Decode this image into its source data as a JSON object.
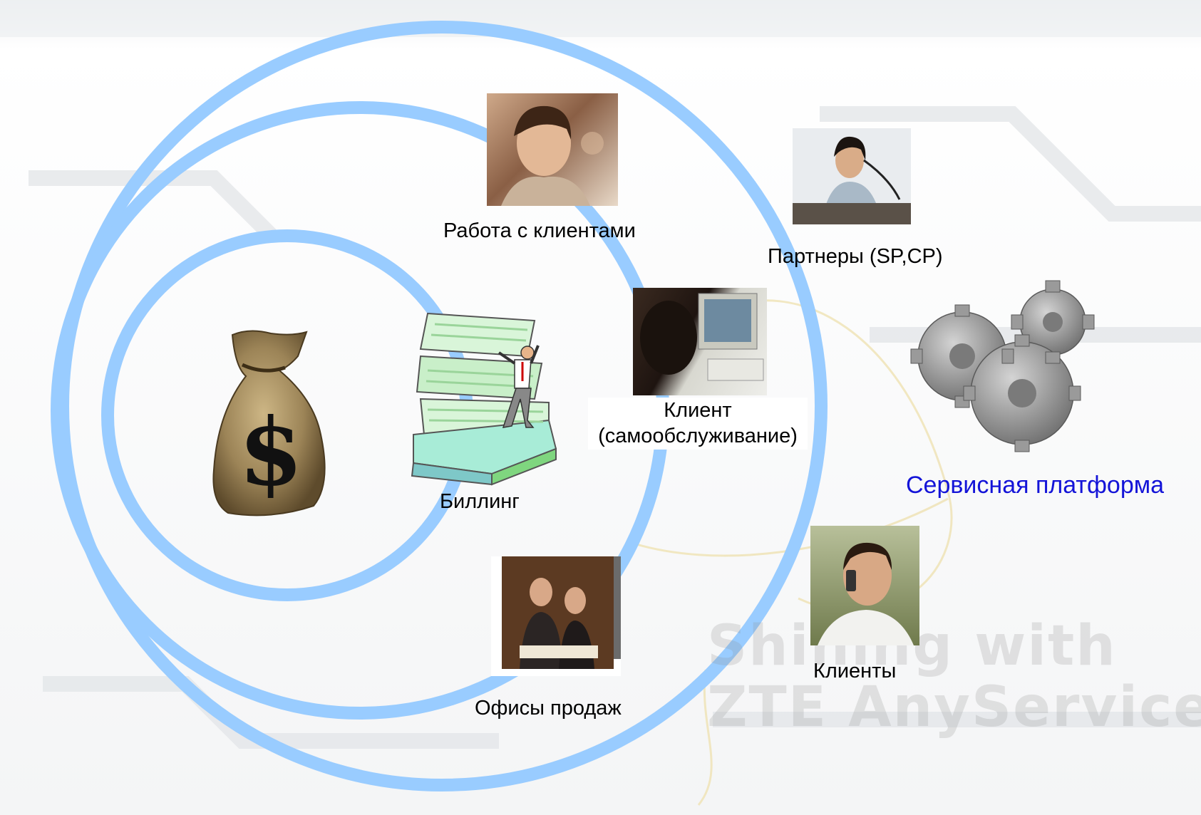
{
  "labels": {
    "customer_service": "Работа с клиентами",
    "partners": "Партнеры (SP,CP)",
    "self_service_line1": "Клиент",
    "self_service_line2": "(самообслуживание)",
    "service_platform": "Сервисная платформа",
    "billing": "Биллинг",
    "sales_offices": "Офисы продаж",
    "clients": "Клиенты"
  },
  "colors": {
    "rings": "#99ccff",
    "service_platform_text": "#1414d8"
  },
  "icons": {
    "money_bag": "dollar-money-bag-icon",
    "billing": "billing-printout-icon",
    "gears": "gears-icon"
  }
}
